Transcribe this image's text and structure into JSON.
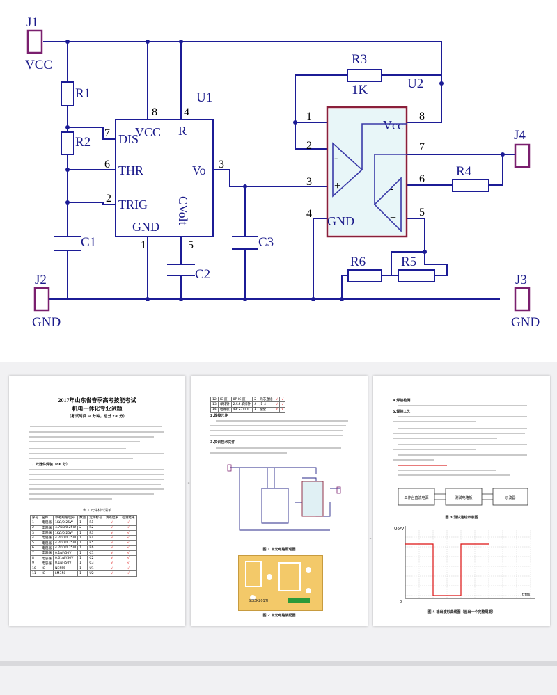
{
  "schematic": {
    "connectors": {
      "j1": "J1",
      "j2": "J2",
      "j3": "J3",
      "j4": "J4"
    },
    "nets": {
      "vcc": "VCC",
      "gnd_left": "GND",
      "gnd_right": "GND"
    },
    "resistors": {
      "r1": "R1",
      "r2": "R2",
      "r3": "R3",
      "r3_value": "1K",
      "r4": "R4",
      "r5": "R5",
      "r6": "R6"
    },
    "capacitors": {
      "c1": "C1",
      "c2": "C2",
      "c3": "C3"
    },
    "u1": {
      "ref": "U1",
      "pins": {
        "vcc": "VCC",
        "r": "R",
        "dis": "DIS",
        "thr": "THR",
        "trig": "TRIG",
        "gnd": "GND",
        "vo": "Vo",
        "cvolt": "CVolt"
      },
      "pin_numbers": {
        "p8": "8",
        "p4": "4",
        "p7": "7",
        "p6": "6",
        "p2": "2",
        "p1": "1",
        "p5": "5",
        "p3": "3"
      }
    },
    "u2": {
      "ref": "U2",
      "pins": {
        "vcc": "Vcc",
        "gnd": "GND"
      },
      "pin_numbers": {
        "p1": "1",
        "p2": "2",
        "p3": "3",
        "p4": "4",
        "p8": "8",
        "p7": "7",
        "p6": "6",
        "p5": "5"
      },
      "op_signs": {
        "minus": "-",
        "plus": "+"
      }
    }
  },
  "doc": {
    "page1": {
      "title1": "2017年山东省春季高考技能考试",
      "title2": "机电一体化专业试题",
      "subtitle": "（考试时间 60 分钟，总分 230 分）",
      "sec_header": "二、元器件焊装（86 分）",
      "table_caption": "表 1  元件材料清单",
      "table_header": [
        "序号",
        "名称",
        "参考规格/型号",
        "数量",
        "元件标号",
        "清点结果",
        "检测结果"
      ],
      "rows": [
        [
          "1",
          "电阻器",
          "1KΩ/0.25W",
          "1",
          "R1",
          "√",
          "√"
        ],
        [
          "2",
          "电阻器",
          "4.7KΩ/0.25W",
          "2",
          "R2",
          "√",
          "√"
        ],
        [
          "3",
          "电阻器",
          "1KΩ/0.25W",
          "1",
          "R3",
          "√",
          "√"
        ],
        [
          "4",
          "电阻器",
          "4.7KΩ/0.25W",
          "1",
          "R4",
          "√",
          "√"
        ],
        [
          "5",
          "电阻器",
          "4.7KΩ/0.25W",
          "1",
          "R5",
          "√",
          "√"
        ],
        [
          "6",
          "电阻器",
          "4.7KΩ/0.25W",
          "1",
          "R6",
          "√",
          "√"
        ],
        [
          "7",
          "电容器",
          "0.1μF/50V",
          "1",
          "C1",
          "√",
          "√"
        ],
        [
          "8",
          "电容器",
          "0.01μF/50V",
          "1",
          "C2",
          "√",
          "√"
        ],
        [
          "9",
          "电容器",
          "0.1μF/50V",
          "1",
          "C3",
          "√",
          "√"
        ],
        [
          "10",
          "IC",
          "NE555",
          "1",
          "U1",
          "√",
          "√"
        ],
        [
          "11",
          "IC",
          "LM358",
          "1",
          "U2",
          "√",
          "√"
        ]
      ]
    },
    "page2": {
      "rows": [
        [
          "12",
          "IC 座",
          "8P   IC 座",
          "2",
          "元芯直插",
          "√",
          "√"
        ],
        [
          "13",
          "单排针",
          "2.54 单排针",
          "4",
          "J1-4",
          "√",
          "√"
        ],
        [
          "14",
          "电路板",
          "43*27mm",
          "1",
          "配套",
          "√",
          "√"
        ]
      ],
      "sec1": "2.焊接元件",
      "sec2": "3.实训技术文件",
      "fig1_caption": "图 1  单元电路原理图",
      "fig2_caption": "图 2  单元电路装配图",
      "pcb_label": "SDDK2017h"
    },
    "page3": {
      "sec1": "4.焊接检测",
      "sec2": "5.焊接工艺",
      "fig3_caption": "图 3  测试连线示意图",
      "fig4_caption": "图 4  输出波形曲线图（画出一个完整周期）",
      "fig3_boxes": [
        "工作台直流电源",
        "测试电路板",
        "示波器"
      ],
      "axis_y": "Uo/V",
      "axis_x": "t/ms",
      "origin": "0"
    }
  }
}
